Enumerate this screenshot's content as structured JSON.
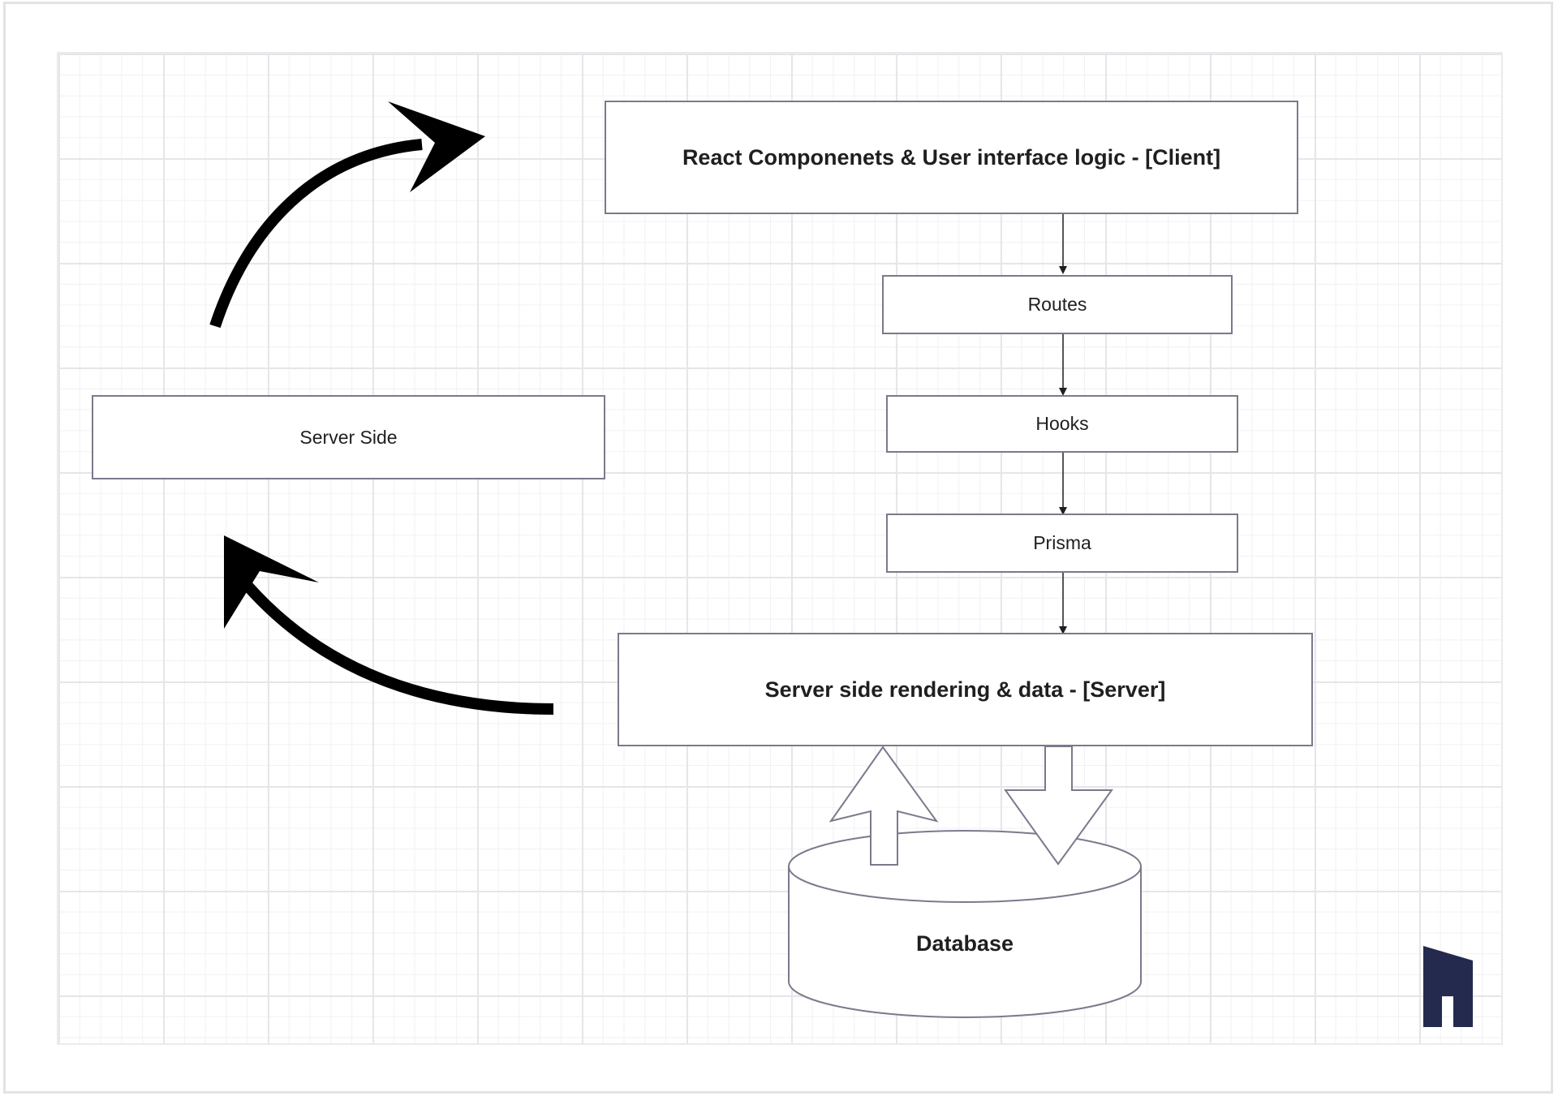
{
  "nodes": {
    "client": "React Componenets & User interface logic - [Client]",
    "routes": "Routes",
    "hooks": "Hooks",
    "prisma": "Prisma",
    "server": "Server side rendering & data - [Server]",
    "server_side": "Server Side",
    "database": "Database"
  },
  "colors": {
    "box_border": "#7a7a8c",
    "arrow": "#000000",
    "logo": "#232a4d",
    "grid_major": "#e6e6ea",
    "grid_minor": "#f1f1f4"
  },
  "icons": {
    "logo": "brand-logo-icon"
  }
}
